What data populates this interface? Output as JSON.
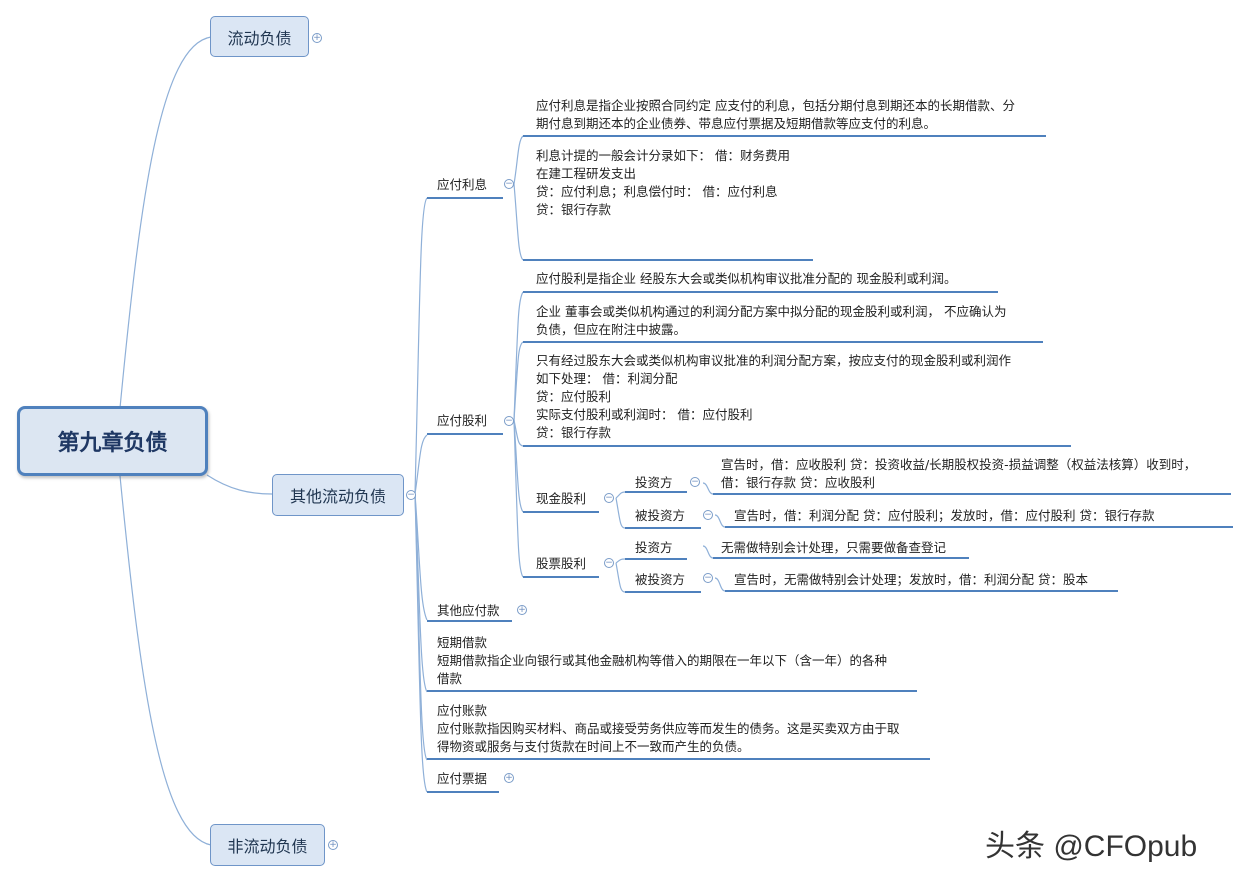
{
  "root": "第九章负债",
  "branches": {
    "current": "流动负债",
    "other_current": "其他流动负债",
    "non_current": "非流动负债"
  },
  "interest": {
    "label": "应付利息",
    "def": [
      "应付利息是指企业按照合同约定 应支付的利息，包括分期付息到期还本的长期借款、分",
      "期付息到期还本的企业债券、带息应付票据及短期借款等应支付的利息。"
    ],
    "entry": [
      "利息计提的一般会计分录如下： 借：财务费用",
      "在建工程研发支出",
      "贷：应付利息；利息偿付时： 借：应付利息",
      "贷：银行存款"
    ]
  },
  "dividend": {
    "label": "应付股利",
    "def": "应付股利是指企业 经股东大会或类似机构审议批准分配的 现金股利或利润。",
    "board": [
      "企业 董事会或类似机构通过的利润分配方案中拟分配的现金股利或利润， 不应确认为",
      "负债，但应在附注中披露。"
    ],
    "approved": [
      "只有经过股东大会或类似机构审议批准的利润分配方案，按应支付的现金股利或利润作",
      "如下处理： 借：利润分配",
      "贷：应付股利",
      "实际支付股利或利润时： 借：应付股利",
      "贷：银行存款"
    ],
    "cash": {
      "label": "现金股利",
      "investor": "投资方",
      "investor_text": [
        "宣告时，借：应收股利 贷：投资收益/长期股权投资-损益调整（权益法核算）收到时，",
        "借：银行存款  贷：应收股利"
      ],
      "investee": "被投资方",
      "investee_text": "宣告时，借：利润分配  贷：应付股利；发放时，借：应付股利 贷：银行存款"
    },
    "stock": {
      "label": "股票股利",
      "investor": "投资方",
      "investor_text": "无需做特别会计处理，只需要做备查登记",
      "investee": "被投资方",
      "investee_text": "宣告时，无需做特别会计处理；发放时，借：利润分配  贷：股本"
    }
  },
  "other_payable": "其他应付款",
  "short_loan": [
    "短期借款",
    "短期借款指企业向银行或其他金融机构等借入的期限在一年以下（含一年）的各种",
    "借款"
  ],
  "accounts_payable": [
    "应付账款",
    "应付账款指因购买材料、商品或接受劳务供应等而发生的债务。这是买卖双方由于取",
    "得物资或服务与支付货款在时间上不一致而产生的负债。"
  ],
  "notes_payable": "应付票据",
  "watermark": "头条 @CFOpub",
  "colors": {
    "line": "#4f81bd",
    "box_fill": "#dbe6f4",
    "box_border": "#6f95c8"
  }
}
